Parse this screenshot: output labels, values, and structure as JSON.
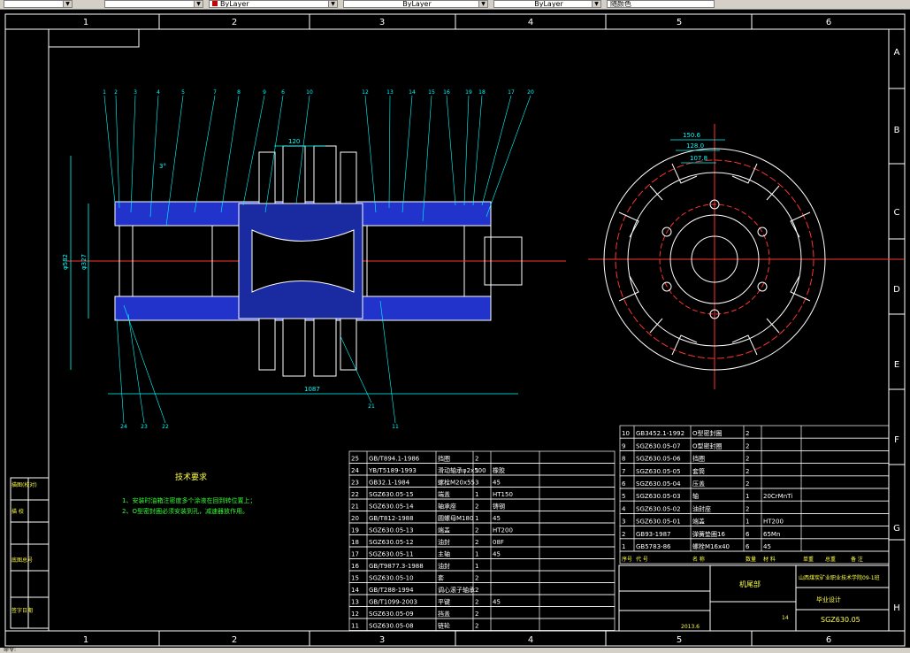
{
  "toolbar": {
    "layer_value": "ByLayer",
    "linetype_value": "ByLayer",
    "lineweight_value": "ByLayer",
    "plotstyle_value": "随颜色"
  },
  "status": {
    "command_text": "命令:"
  },
  "colors": {
    "frame": "#ffffff",
    "cyan": "#00ffff",
    "red": "#ff3333",
    "blue": "#3344ff",
    "green": "#33ff33",
    "yellow": "#ffff00"
  },
  "frame": {
    "col_labels": [
      "1",
      "2",
      "3",
      "4",
      "5",
      "6"
    ],
    "row_labels": [
      "A",
      "B",
      "C",
      "D",
      "E",
      "F",
      "G",
      "H"
    ]
  },
  "drawing": {
    "dims": {
      "d120": "120",
      "d1087": "1087",
      "d582": "φ582",
      "d327": "φ327",
      "d150": "150.6",
      "d128": "128.0",
      "d107": "107.8",
      "angle": "3°"
    },
    "leaders_top": [
      "1",
      "2",
      "3",
      "4",
      "5",
      "7",
      "8",
      "9",
      "6",
      "10",
      "12",
      "13",
      "14",
      "15",
      "16",
      "19",
      "18",
      "17",
      "20"
    ],
    "leaders_bottom": [
      "24",
      "23",
      "22",
      "21",
      "11"
    ]
  },
  "tech": {
    "title": "技术要求",
    "line1": "1、安装时油箱注密度多个涂液在回到转位置上；",
    "line2": "2、O型密封圈必须安装到孔，减速器放作用。"
  },
  "bom_left": [
    [
      "25",
      "GB/T894.1-1986",
      "挡圈",
      "2",
      "",
      ""
    ],
    [
      "24",
      "YB/T5189-1993",
      "滑动轴承φ2x500",
      "1",
      "橡胶",
      ""
    ],
    [
      "23",
      "GB32.1-1984",
      "螺栓M20x55",
      "3",
      "45",
      ""
    ],
    [
      "22",
      "SGZ630.05-15",
      "端盖",
      "1",
      "HT150",
      ""
    ],
    [
      "21",
      "SGZ630.05-14",
      "轴承座",
      "2",
      "铸钢",
      ""
    ],
    [
      "20",
      "GB/T812-1988",
      "圆螺母M180",
      "1",
      "45",
      ""
    ],
    [
      "19",
      "SGZ630.05-13",
      "端盖",
      "2",
      "HT200",
      ""
    ],
    [
      "18",
      "SGZ630.05-12",
      "油封",
      "2",
      "08F",
      ""
    ],
    [
      "17",
      "SGZ630.05-11",
      "主轴",
      "1",
      "45",
      ""
    ],
    [
      "16",
      "GB/T9877.3-1988",
      "油封",
      "1",
      "",
      ""
    ],
    [
      "15",
      "SGZ630.05-10",
      "套",
      "2",
      "",
      ""
    ],
    [
      "14",
      "GB/T288-1994",
      "调心滚子轴承",
      "2",
      "",
      ""
    ],
    [
      "13",
      "GB/T1099-2003",
      "平键",
      "2",
      "45",
      ""
    ],
    [
      "12",
      "SGZ630.05-09",
      "挡盖",
      "2",
      "",
      ""
    ],
    [
      "11",
      "SGZ630.05-08",
      "链轮",
      "2",
      "",
      ""
    ]
  ],
  "bom_right": [
    [
      "10",
      "GB3452.1-1992",
      "O型密封圈",
      "2",
      "",
      ""
    ],
    [
      "9",
      "SGZ630.05-07",
      "O型密封圈",
      "2",
      "",
      ""
    ],
    [
      "8",
      "SGZ630.05-06",
      "挡圈",
      "2",
      "",
      ""
    ],
    [
      "7",
      "SGZ630.05-05",
      "套筒",
      "2",
      "",
      ""
    ],
    [
      "6",
      "SGZ630.05-04",
      "压盖",
      "2",
      "",
      ""
    ],
    [
      "5",
      "SGZ630.05-03",
      "轴",
      "1",
      "20CrMnTi",
      ""
    ],
    [
      "4",
      "SGZ630.05-02",
      "油封座",
      "2",
      "",
      ""
    ],
    [
      "3",
      "SGZ630.05-01",
      "端盖",
      "1",
      "HT200",
      ""
    ],
    [
      "2",
      "GB93-1987",
      "弹簧垫圈16",
      "6",
      "65Mn",
      ""
    ],
    [
      "1",
      "GB5783-86",
      "螺栓M16x40",
      "6",
      "45",
      ""
    ]
  ],
  "bom_header": [
    "序号",
    "代 号",
    "名 称",
    "数量",
    "材 料",
    "单重",
    "总重",
    "备 注"
  ],
  "titleblock": {
    "part_name": "机尾部",
    "school": "山西煤炭矿业职业技术学院09-1班",
    "designer": "毕业设计",
    "drawing_no": "SGZ630.05",
    "scale_sheet": "14",
    "date": "2013.6"
  },
  "left_strip": [
    "描图(校对)",
    "",
    "描 校",
    "底图总号",
    "",
    "签字日期"
  ]
}
